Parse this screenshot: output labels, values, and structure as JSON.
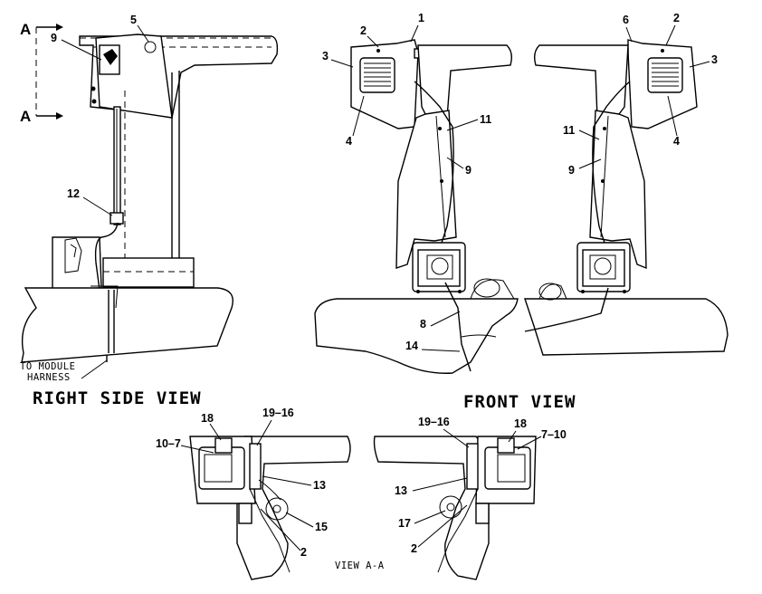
{
  "views": {
    "right_side": "RIGHT SIDE VIEW",
    "front": "FRONT VIEW",
    "section": "VIEW A-A"
  },
  "section_marker": {
    "top": "A",
    "bottom": "A"
  },
  "note": {
    "line1": "TO MODULE",
    "line2": "HARNESS"
  },
  "callouts": {
    "rs_5": "5",
    "rs_9": "9",
    "rs_12": "12",
    "fl_1": "1",
    "fl_2": "2",
    "fl_3": "3",
    "fl_4": "4",
    "fl_11": "11",
    "fl_9": "9",
    "fl_8": "8",
    "fl_14": "14",
    "fr_6": "6",
    "fr_2": "2",
    "fr_3": "3",
    "fr_4": "4",
    "fr_11": "11",
    "fr_9": "9",
    "al_18": "18",
    "al_1916": "19–16",
    "al_107": "10–7",
    "al_13": "13",
    "al_15": "15",
    "al_2": "2",
    "ar_1916": "19–16",
    "ar_18": "18",
    "ar_710": "7–10",
    "ar_13": "13",
    "ar_17": "17",
    "ar_2": "2"
  }
}
